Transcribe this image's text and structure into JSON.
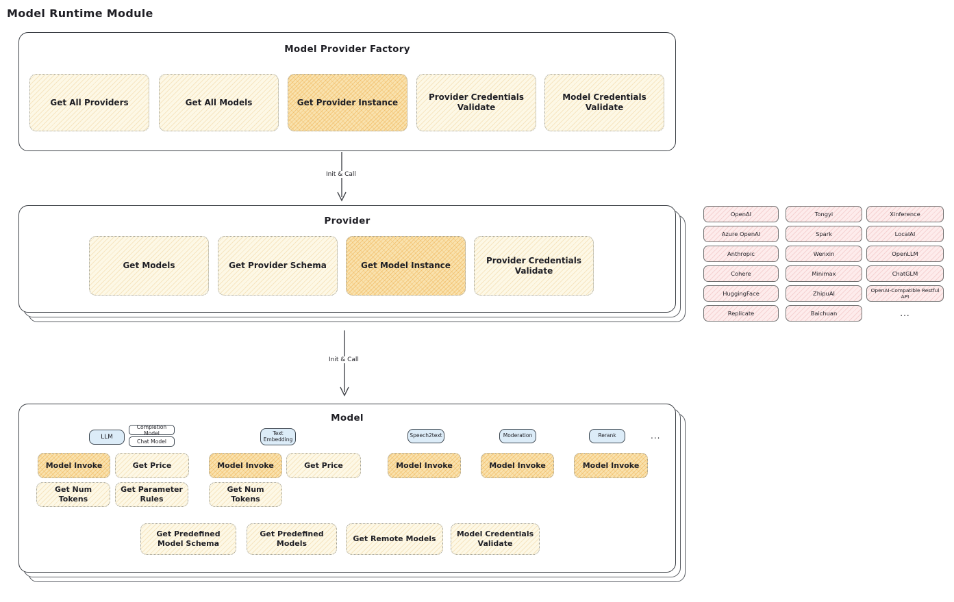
{
  "page": {
    "title": "Model Runtime Module"
  },
  "colors": {
    "cream": "#fdf8e6",
    "highlight": "#f9e2ae",
    "blue_tag": "#dcecf8",
    "pink": "#fdecec",
    "border_dark": "#383c42"
  },
  "factory": {
    "title": "Model Provider Factory",
    "buttons": [
      {
        "label": "Get All Providers",
        "highlight": false
      },
      {
        "label": "Get All Models",
        "highlight": false
      },
      {
        "label": "Get Provider Instance",
        "highlight": true
      },
      {
        "label": "Provider Credentials Validate",
        "highlight": false
      },
      {
        "label": "Model Credentials Validate",
        "highlight": false
      }
    ]
  },
  "arrow1": {
    "label": "Init & Call"
  },
  "provider": {
    "title": "Provider",
    "buttons": [
      {
        "label": "Get Models",
        "highlight": false
      },
      {
        "label": "Get Provider Schema",
        "highlight": false
      },
      {
        "label": "Get Model Instance",
        "highlight": true
      },
      {
        "label": "Provider Credentials Validate",
        "highlight": false
      }
    ]
  },
  "provider_catalog": {
    "columns": [
      [
        "OpenAI",
        "Azure OpenAI",
        "Anthropic",
        "Cohere",
        "HuggingFace",
        "Replicate"
      ],
      [
        "Tongyi",
        "Spark",
        "Wenxin",
        "Minimax",
        "ZhipuAI",
        "Baichuan"
      ],
      [
        "Xinference",
        "LocalAI",
        "OpenLLM",
        "ChatGLM",
        "OpenAI-Compatible Restful API"
      ]
    ],
    "ellipsis": "..."
  },
  "arrow2": {
    "label": "Init & Call"
  },
  "model": {
    "title": "Model",
    "tags": {
      "llm": "LLM",
      "completion": "Completion Model",
      "chat": "Chat Model",
      "text_embedding": "Text Embedding",
      "speech2text": "Speech2text",
      "moderation": "Moderation",
      "rerank": "Rerank",
      "ellipsis": "..."
    },
    "row1": [
      {
        "label": "Model Invoke",
        "highlight": true
      },
      {
        "label": "Get Price",
        "highlight": false
      },
      {
        "label": "Model Invoke",
        "highlight": true
      },
      {
        "label": "Get Price",
        "highlight": false
      },
      {
        "label": "Model Invoke",
        "highlight": true
      },
      {
        "label": "Model Invoke",
        "highlight": true
      },
      {
        "label": "Model Invoke",
        "highlight": true
      }
    ],
    "row2": [
      {
        "label": "Get Num Tokens"
      },
      {
        "label": "Get Parameter Rules"
      },
      {
        "label": "Get Num Tokens"
      }
    ],
    "row3": [
      {
        "label": "Get Predefined Model Schema"
      },
      {
        "label": "Get Predefined Models"
      },
      {
        "label": "Get Remote Models"
      },
      {
        "label": "Model Credentials Validate"
      }
    ]
  }
}
